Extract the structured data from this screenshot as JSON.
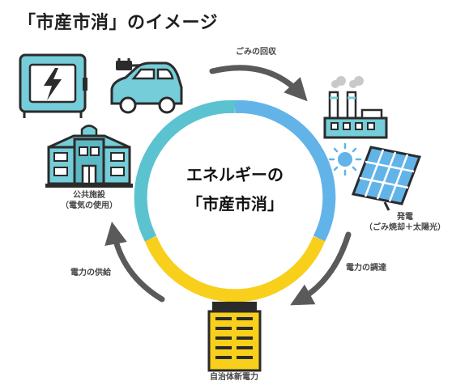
{
  "title": "「市産市消」のイメージ",
  "center": {
    "line1": "エネルギーの",
    "line2": "「市産市消」"
  },
  "labels": {
    "collection": "ごみの回収",
    "generation_line1": "発電",
    "generation_line2": "（ごみ焼却＋太陽光）",
    "procurement": "電力の調達",
    "supplier": "自治体新電力",
    "supply": "電力の供給",
    "public_line1": "公共施設",
    "public_line2": "（電気の使用）"
  },
  "colors": {
    "ring_teal": "#5bc3cf",
    "ring_blue": "#62b3e8",
    "ring_yellow": "#f8cf1b",
    "arrow_gray": "#5a5a5a",
    "icon_teal": "#74cdd8",
    "outline": "#2b2b2b"
  },
  "icons": [
    "battery-charger-icon",
    "electric-car-icon",
    "factory-icon",
    "sun-icon",
    "solar-panel-icon",
    "office-building-icon",
    "public-facility-icon"
  ]
}
